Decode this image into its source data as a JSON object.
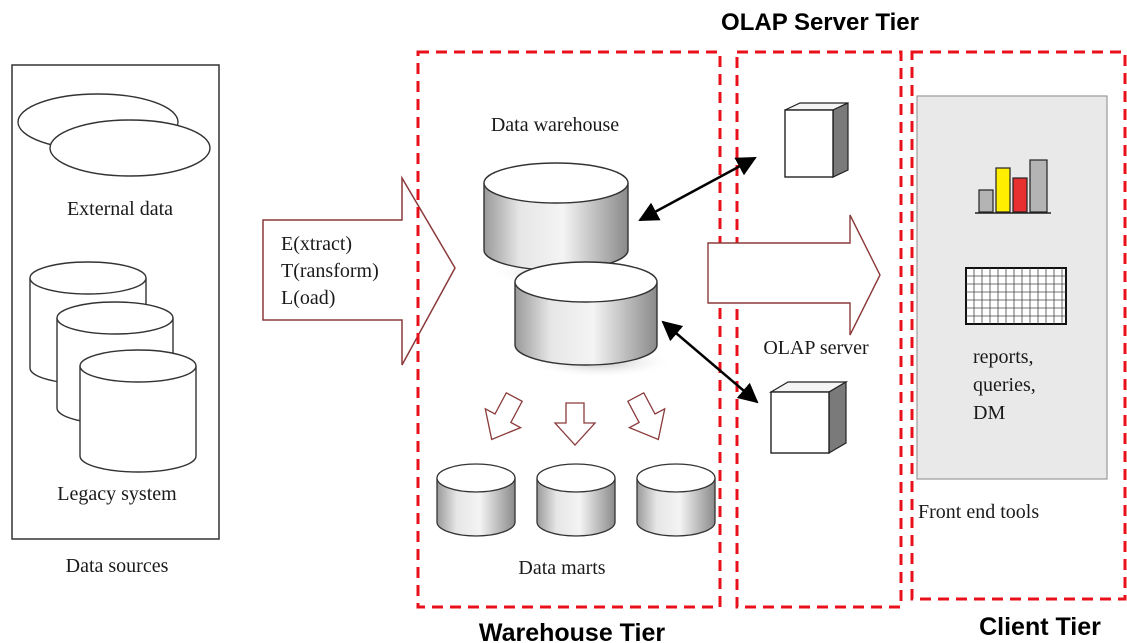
{
  "tiers": {
    "olap_server": "OLAP Server Tier",
    "warehouse": "Warehouse Tier",
    "client": "Client Tier"
  },
  "sources": {
    "external": "External data",
    "legacy": "Legacy system",
    "caption": "Data sources"
  },
  "etl": [
    "E(xtract)",
    "T(ransform)",
    "L(oad)"
  ],
  "warehouse": {
    "title": "Data warehouse",
    "marts": "Data marts"
  },
  "olap": {
    "label": "OLAP server"
  },
  "client": {
    "tools": [
      "reports,",
      "queries,",
      "DM"
    ],
    "caption": "Front end tools"
  },
  "colors": {
    "tier_border": "#e8101a",
    "chart_yellow": "#ffee00",
    "chart_red": "#e83030",
    "chart_gray": "#b4b4b4",
    "panel": "#e9e9e9"
  }
}
